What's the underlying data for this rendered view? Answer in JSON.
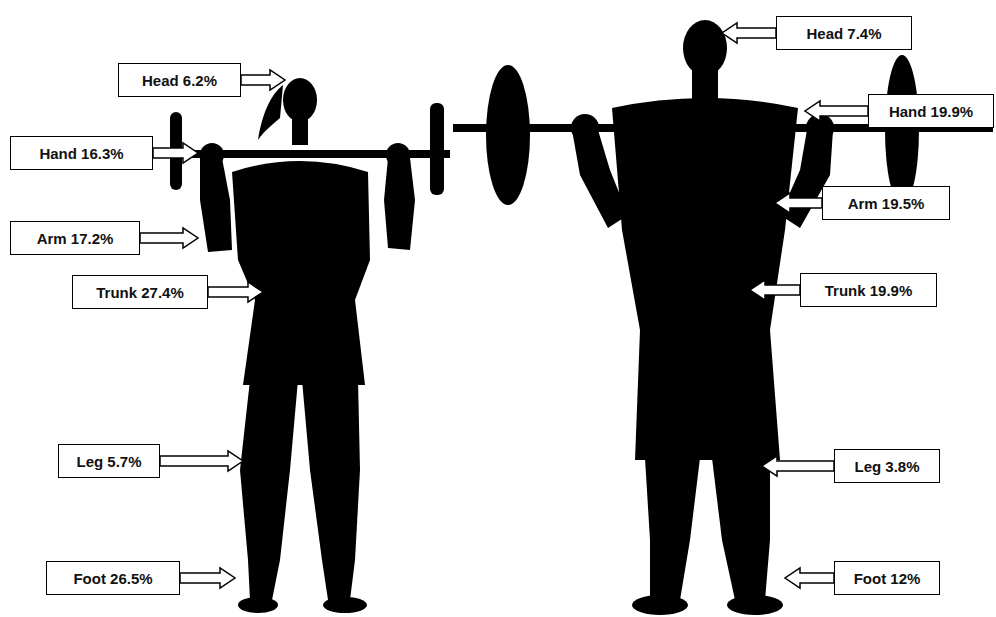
{
  "diagram": {
    "nodes": [
      {
        "text": [
          "Head 6.2%"
        ]
      },
      {
        "text": [
          "Hand 16.3%"
        ]
      },
      {
        "text": [
          "Arm 17.2%"
        ]
      },
      {
        "text": [
          "Trunk 27.4%"
        ]
      },
      {
        "text": [
          "Leg 5.7%"
        ]
      },
      {
        "text": [
          "Foot 26.5%"
        ]
      },
      {
        "text": [
          "Head 7.4%"
        ]
      },
      {
        "text": [
          "Hand 19.9%"
        ]
      },
      {
        "text": [
          "Arm 19.5%"
        ]
      },
      {
        "text": [
          "Trunk 19.9%"
        ]
      },
      {
        "text": [
          "Leg 3.8%"
        ]
      },
      {
        "text": [
          "Foot 12%"
        ]
      }
    ]
  }
}
